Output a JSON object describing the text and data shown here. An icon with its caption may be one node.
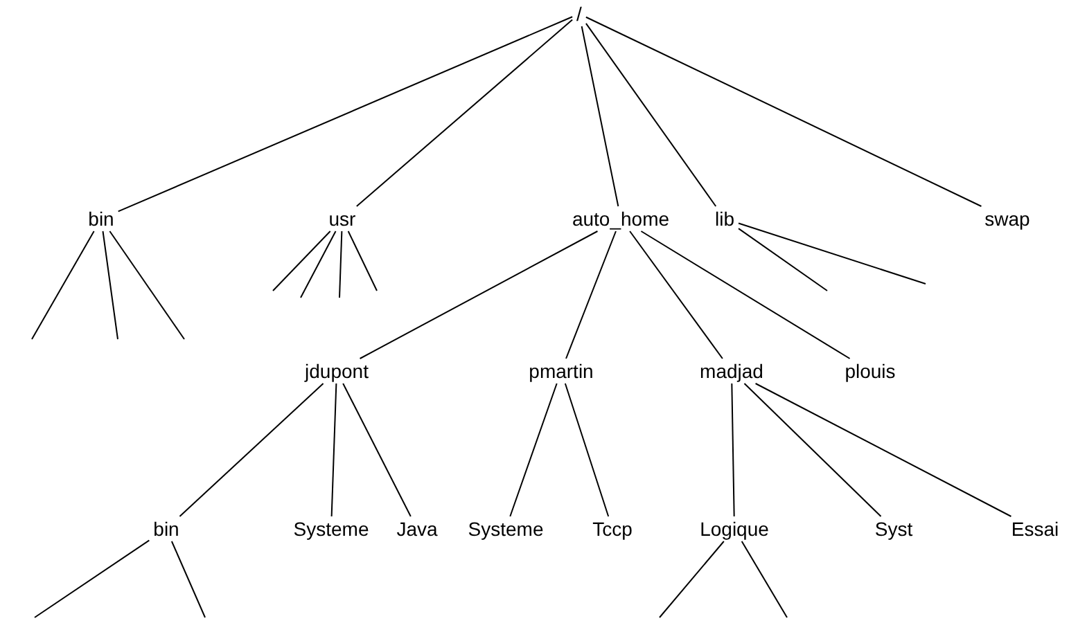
{
  "diagram": {
    "nodes": [
      {
        "text": [
          "/"
        ]
      },
      {
        "text": [
          "bin"
        ]
      },
      {
        "text": [
          "usr"
        ]
      },
      {
        "text": [
          "auto_home"
        ]
      },
      {
        "text": [
          "lib"
        ]
      },
      {
        "text": [
          "swap"
        ]
      },
      {
        "text": [
          "jdupont"
        ]
      },
      {
        "text": [
          "pmartin"
        ]
      },
      {
        "text": [
          "madjad"
        ]
      },
      {
        "text": [
          "plouis"
        ]
      },
      {
        "text": [
          "bin"
        ]
      },
      {
        "text": [
          "Systeme"
        ]
      },
      {
        "text": [
          "Java"
        ]
      },
      {
        "text": [
          "Systeme"
        ]
      },
      {
        "text": [
          "Tccp"
        ]
      },
      {
        "text": [
          "Logique"
        ]
      },
      {
        "text": [
          "Syst"
        ]
      },
      {
        "text": [
          "Essai"
        ]
      }
    ],
    "edges": [
      {
        "from": 0,
        "to": 1,
        "arrow": "none"
      },
      {
        "from": 0,
        "to": 2,
        "arrow": "none"
      },
      {
        "from": 0,
        "to": 3,
        "arrow": "none"
      },
      {
        "from": 0,
        "to": 4,
        "arrow": "none"
      },
      {
        "from": 0,
        "to": 5,
        "arrow": "none"
      },
      {
        "from": 3,
        "to": 6,
        "arrow": "none"
      },
      {
        "from": 3,
        "to": 7,
        "arrow": "none"
      },
      {
        "from": 3,
        "to": 8,
        "arrow": "none"
      },
      {
        "from": 3,
        "to": 9,
        "arrow": "none"
      },
      {
        "from": 6,
        "to": 10,
        "arrow": "none"
      },
      {
        "from": 6,
        "to": 11,
        "arrow": "none"
      },
      {
        "from": 6,
        "to": 12,
        "arrow": "none"
      },
      {
        "from": 7,
        "to": 13,
        "arrow": "none"
      },
      {
        "from": 7,
        "to": 14,
        "arrow": "none"
      },
      {
        "from": 8,
        "to": 15,
        "arrow": "none"
      },
      {
        "from": 8,
        "to": 16,
        "arrow": "none"
      },
      {
        "from": 8,
        "to": 17,
        "arrow": "none"
      },
      {
        "from": 1,
        "to": null,
        "arrow": "none"
      },
      {
        "from": 1,
        "to": null,
        "arrow": "none"
      },
      {
        "from": 1,
        "to": null,
        "arrow": "none"
      },
      {
        "from": 2,
        "to": null,
        "arrow": "none"
      },
      {
        "from": 2,
        "to": null,
        "arrow": "none"
      },
      {
        "from": 2,
        "to": null,
        "arrow": "none"
      },
      {
        "from": 2,
        "to": null,
        "arrow": "none"
      },
      {
        "from": 4,
        "to": null,
        "arrow": "none"
      },
      {
        "from": 4,
        "to": null,
        "arrow": "none"
      },
      {
        "from": 10,
        "to": null,
        "arrow": "none"
      },
      {
        "from": 10,
        "to": null,
        "arrow": "none"
      },
      {
        "from": 15,
        "to": null,
        "arrow": "none"
      },
      {
        "from": 15,
        "to": null,
        "arrow": "none"
      }
    ]
  }
}
